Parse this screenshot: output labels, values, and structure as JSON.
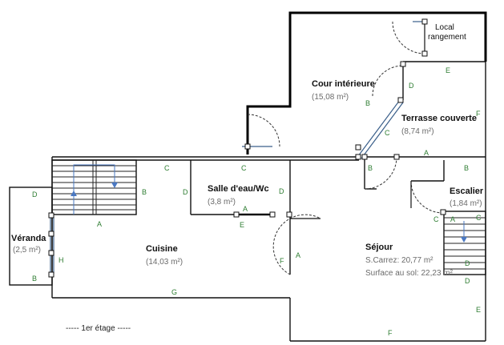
{
  "rooms": {
    "local": {
      "name_line1": "Local",
      "name_line2": "rangement"
    },
    "cour": {
      "name": "Cour intérieure",
      "area": "(15,08 m²)"
    },
    "terrasse": {
      "name": "Terrasse couverte",
      "area": "(8,74 m²)"
    },
    "salle": {
      "name": "Salle d'eau/Wc",
      "area": "(3,8 m²)"
    },
    "escalier": {
      "name": "Escalier",
      "area": "(1,84 m²)"
    },
    "veranda": {
      "name": "Véranda",
      "area": "(2,5 m²)"
    },
    "cuisine": {
      "name": "Cuisine",
      "area": "(14,03 m²)"
    },
    "sejour": {
      "name": "Séjour",
      "carrez": "S.Carrez: 20,77 m²",
      "sol": "Surface au sol: 22,23 m²"
    }
  },
  "floor_caption": "----- 1er étage -----",
  "wall_labels": {
    "e_local": "E",
    "d_cour": "D",
    "c_cour": "C",
    "b_cour": "B",
    "f_terr": "F",
    "a_terr": "A",
    "b_terr": "B",
    "d_stair1": "D",
    "b_stair1": "B",
    "a_stair1": "A",
    "c_cuisine": "C",
    "d_salle_l": "D",
    "c_salle": "C",
    "d_salle_r": "D",
    "a_salle": "A",
    "e_salle": "E",
    "f_sejour": "F",
    "a_sejour": "A",
    "b_esc": "B",
    "c_esc": "C",
    "a_esc": "A",
    "c_esc2": "C",
    "d_esc": "D",
    "d_esc2": "D",
    "e_sejour": "E",
    "h_veranda": "H",
    "b_veranda": "B",
    "g_cuisine": "G",
    "f_bottom": "F"
  },
  "colors": {
    "wall": "#111111",
    "outer_wall": "#000000",
    "door_arc": "#333333",
    "window": "#3a5f8a",
    "wall_letter": "#2e7d32",
    "stair_arrow": "#4a78c2"
  }
}
